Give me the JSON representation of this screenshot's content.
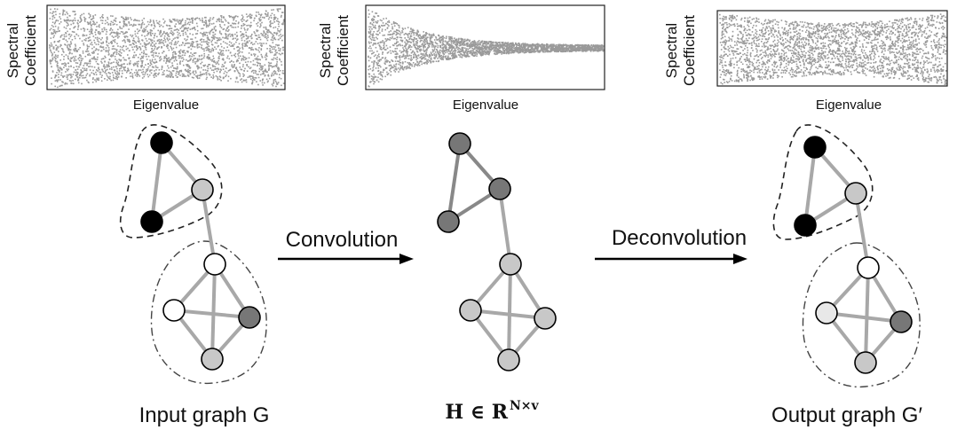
{
  "colors": {
    "edge": "#a8a8a8",
    "edge_dark": "#7a7a7a",
    "spectrum": "#9a9a9a",
    "node_black": "#000000",
    "node_dark": "#777777",
    "node_light": "#c8c8c8",
    "node_pale": "#e8e8e8",
    "node_white": "#ffffff"
  },
  "panels": [
    {
      "id": "input",
      "ylabel_line1": "Spectral",
      "ylabel_line2": "Coefficient",
      "xlabel": "Eigenvalue",
      "spectrum": "wide"
    },
    {
      "id": "hidden",
      "ylabel_line1": "Spectral",
      "ylabel_line2": "Coefficient",
      "xlabel": "Eigenvalue",
      "spectrum": "decaying"
    },
    {
      "id": "output",
      "ylabel_line1": "Spectral",
      "ylabel_line2": "Coefficient",
      "xlabel": "Eigenvalue",
      "spectrum": "wide"
    }
  ],
  "arrows": {
    "convolution": "Convolution",
    "deconvolution": "Deconvolution"
  },
  "captions": {
    "input": "Input graph G",
    "hidden_main": "H ∈ R",
    "hidden_sup": "N×v",
    "output": "Output graph G′"
  },
  "graphs": {
    "input": {
      "node_fills": [
        "node_black",
        "node_light",
        "node_black",
        "node_white",
        "node_white",
        "node_dark",
        "node_light"
      ]
    },
    "hidden": {
      "node_fills": [
        "node_dark",
        "node_dark",
        "node_dark",
        "node_light",
        "node_light",
        "node_light",
        "node_light"
      ]
    },
    "output": {
      "node_fills": [
        "node_black",
        "node_light",
        "node_black",
        "node_white",
        "node_pale",
        "node_dark",
        "node_light"
      ]
    }
  }
}
